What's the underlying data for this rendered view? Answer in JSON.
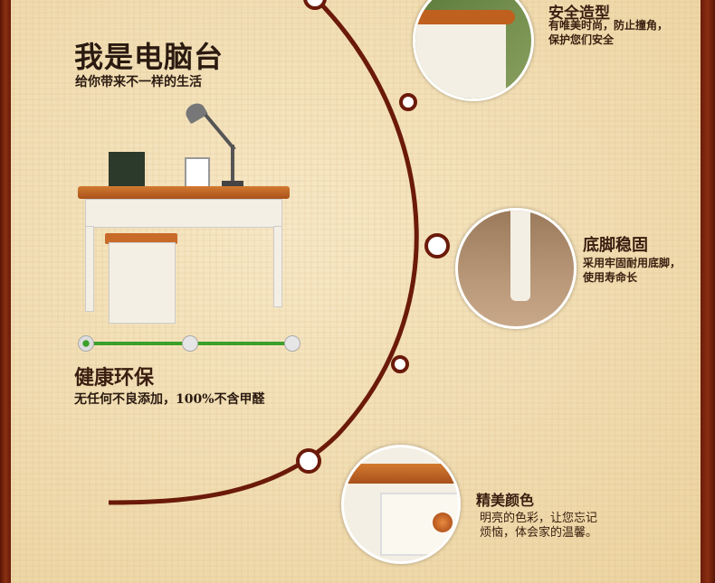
{
  "hero": {
    "title": "我是电脑台",
    "subtitle": "给你带来不一样的生活"
  },
  "health": {
    "title": "健康环保",
    "desc": "无任何不良添加，100%不含甲醛"
  },
  "features": [
    {
      "title": "安全造型",
      "desc_line1": "有唯美时尚，防止撞角，",
      "desc_line2": "保护您们安全"
    },
    {
      "title": "底脚稳固",
      "desc_line1": "采用牢固耐用底脚，",
      "desc_line2": "使用寿命长"
    },
    {
      "title": "精美颜色",
      "desc_line1": "明亮的色彩，让您忘记",
      "desc_line2": "烦恼，体会家的温馨。"
    }
  ],
  "colors": {
    "frame": "#6b1a0a",
    "arc": "#6b1a0a",
    "slider": "#3aa02a"
  }
}
